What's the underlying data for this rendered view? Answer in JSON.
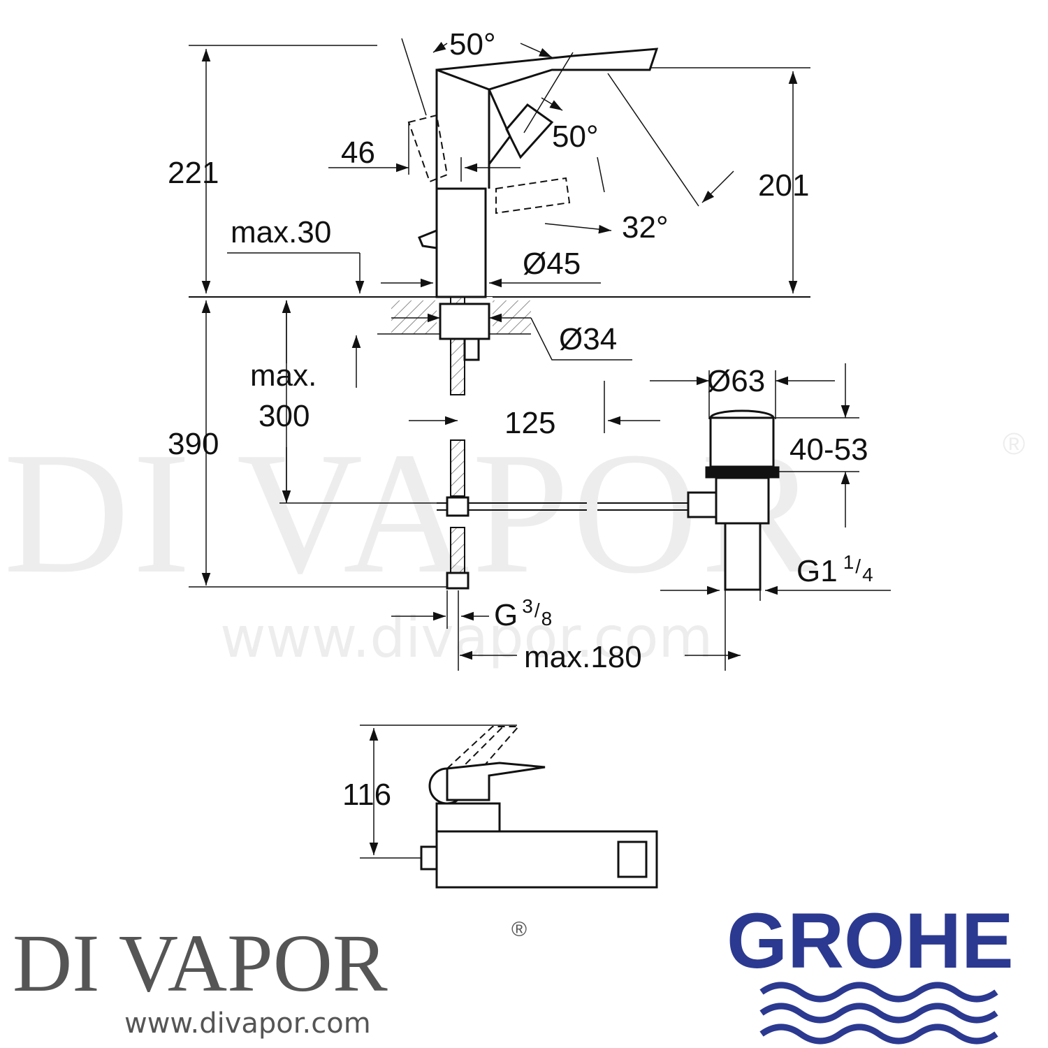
{
  "dimensions": {
    "height_total": "221",
    "angle_top": "50°",
    "angle_side": "50°",
    "spout_width": "46",
    "height_spout": "201",
    "angle_low": "32°",
    "max_deck": "max.30",
    "dia_body": "Ø45",
    "dia_hole": "Ø34",
    "dia_waste": "Ø63",
    "max_label": "max.",
    "max_value": "300",
    "offset": "125",
    "range": "40-53",
    "depth_total": "390",
    "thread_waste_main": "G1",
    "thread_waste_num": "1",
    "thread_waste_den": "4",
    "thread_supply_main": "G",
    "thread_supply_num": "3",
    "thread_supply_den": "8",
    "max_reach": "max.180",
    "lever_height": "116"
  },
  "watermark": {
    "brand": "DI VAPOR",
    "reg": "®",
    "url": "www.divapor.com"
  },
  "footer": {
    "brand": "DI VAPOR",
    "reg": "®",
    "url": "www.divapor.com",
    "manufacturer": "GROHE",
    "manufacturer_color": "#2b3990"
  }
}
